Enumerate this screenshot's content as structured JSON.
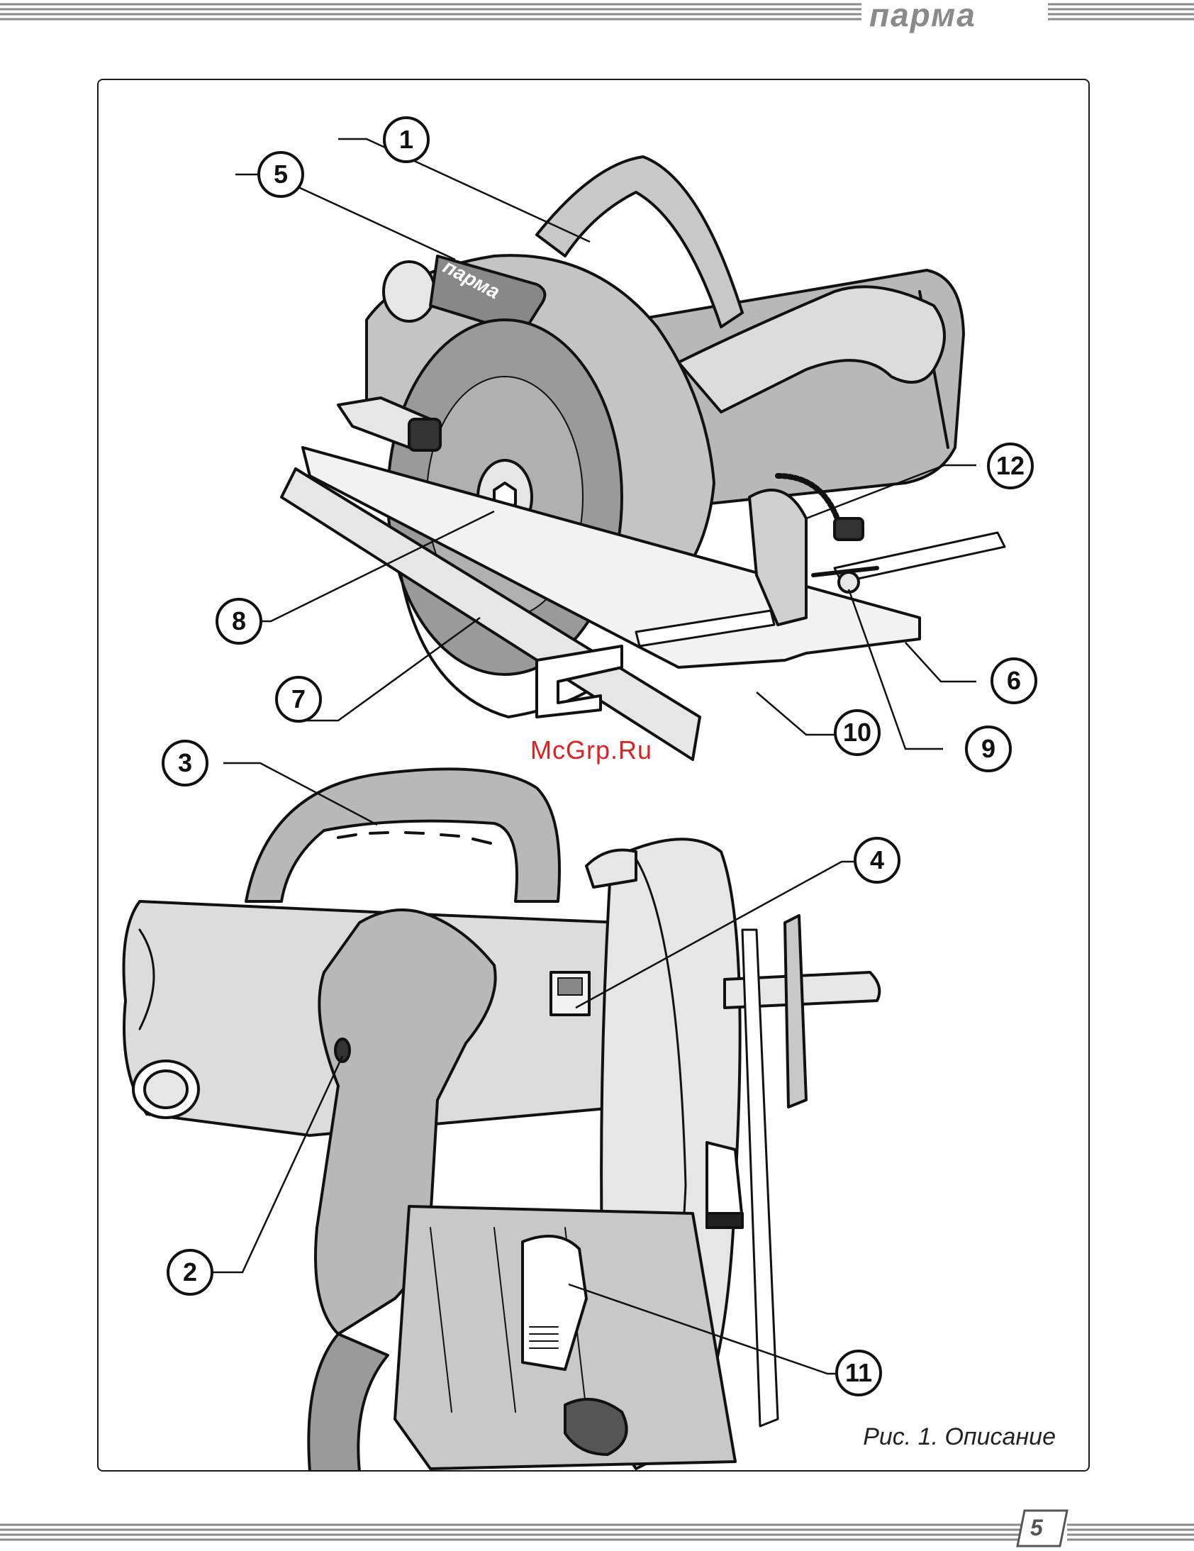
{
  "header": {
    "brand": "пармa"
  },
  "figure": {
    "caption": "Рис. 1. Описание",
    "callouts": [
      "1",
      "2",
      "3",
      "4",
      "5",
      "6",
      "7",
      "8",
      "9",
      "10",
      "11",
      "12"
    ]
  },
  "saw_top": {
    "guard_label": "пармa"
  },
  "watermark": "McGrp.Ru",
  "footer": {
    "page_number": "5"
  },
  "colors": {
    "line": "#111111",
    "body_gray": "#b8b8b8",
    "light_gray": "#dcdcdc",
    "dark_gray": "#6f6f6f",
    "watermark": "#e02020"
  }
}
